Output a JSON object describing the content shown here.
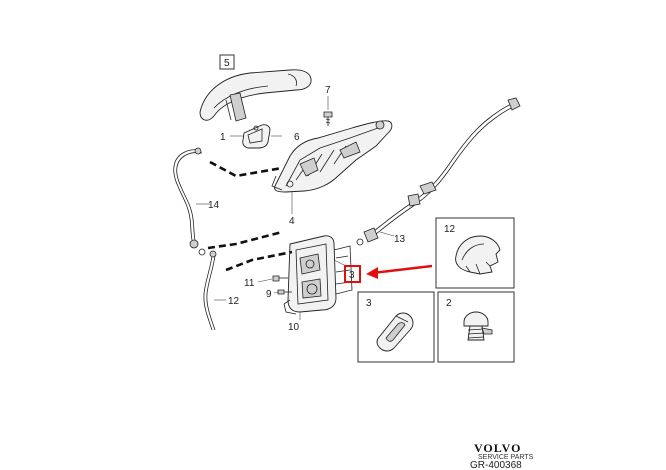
{
  "callouts": {
    "c1": "1",
    "c2": "2",
    "c3": "3",
    "c4": "4",
    "c5": "5",
    "c6": "6",
    "c7": "7",
    "c9": "9",
    "c10": "10",
    "c11": "11",
    "c12_left": "12",
    "c13": "13",
    "c14": "14",
    "c3_highlight": "3"
  },
  "detail_boxes": {
    "box12_label": "12",
    "box3_label": "3",
    "box2_label": "2"
  },
  "branding": {
    "logo_text": "VOLVO",
    "logo_subtext": "SERVICE PARTS",
    "diagram_code": "GR-400368"
  },
  "colors": {
    "highlight": "#e01010",
    "line": "#222222"
  }
}
